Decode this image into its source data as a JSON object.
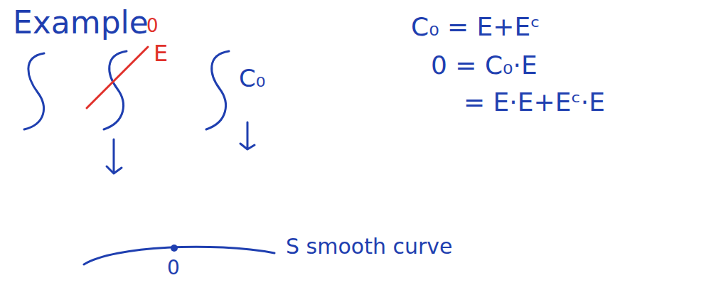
{
  "diagram": {
    "labels": [
      "Example",
      "0",
      "E",
      "C₀",
      "C₀ = E+Eᶜ",
      "0 = C₀·E",
      "= E·E+Eᶜ·E",
      "0",
      "S smooth curve"
    ]
  }
}
